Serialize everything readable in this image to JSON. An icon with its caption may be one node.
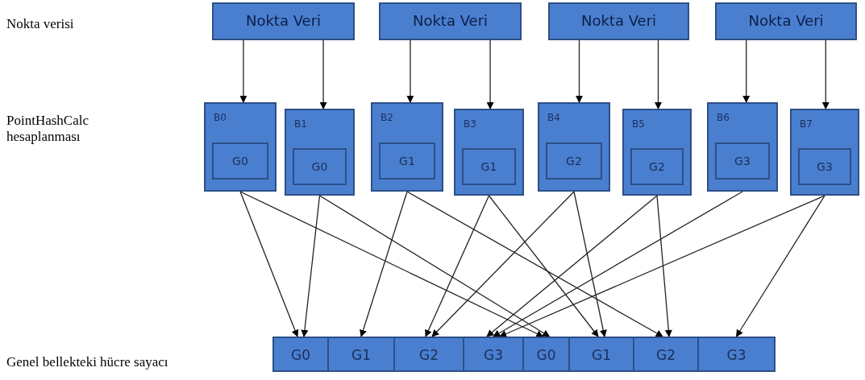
{
  "diagram": {
    "nodes": [
      {
        "text": [
          "Nokta Veri"
        ]
      },
      {
        "text": [
          "Nokta Veri"
        ]
      },
      {
        "text": [
          "Nokta Veri"
        ]
      },
      {
        "text": [
          "Nokta Veri"
        ]
      },
      {
        "text": [
          "B0"
        ]
      },
      {
        "text": [
          "B1"
        ]
      },
      {
        "text": [
          "B2"
        ]
      },
      {
        "text": [
          "B3"
        ]
      },
      {
        "text": [
          "B4"
        ]
      },
      {
        "text": [
          "B5"
        ]
      },
      {
        "text": [
          "B6"
        ]
      },
      {
        "text": [
          "B7"
        ]
      },
      {
        "text": [
          "G0"
        ],
        "in": 4
      },
      {
        "text": [
          "G0"
        ],
        "in": 5
      },
      {
        "text": [
          "G1"
        ],
        "in": 6
      },
      {
        "text": [
          "G1"
        ],
        "in": 7
      },
      {
        "text": [
          "G2"
        ],
        "in": 8
      },
      {
        "text": [
          "G2"
        ],
        "in": 9
      },
      {
        "text": [
          "G3"
        ],
        "in": 10
      },
      {
        "text": [
          "G3"
        ],
        "in": 11
      },
      {
        "text": [
          "G0"
        ]
      },
      {
        "text": [
          "G1"
        ]
      },
      {
        "text": [
          "G2"
        ]
      },
      {
        "text": [
          "G3"
        ]
      },
      {
        "text": [
          "G0"
        ]
      },
      {
        "text": [
          "G1"
        ]
      },
      {
        "text": [
          "G2"
        ]
      },
      {
        "text": [
          "G3"
        ]
      }
    ],
    "edges": [
      {
        "from": 0,
        "to": 4,
        "arrow": "to"
      },
      {
        "from": 0,
        "to": 5,
        "arrow": "to"
      },
      {
        "from": 1,
        "to": 6,
        "arrow": "to"
      },
      {
        "from": 1,
        "to": 7,
        "arrow": "to"
      },
      {
        "from": 2,
        "to": 8,
        "arrow": "to"
      },
      {
        "from": 2,
        "to": 9,
        "arrow": "to"
      },
      {
        "from": 3,
        "to": 10,
        "arrow": "to"
      },
      {
        "from": 3,
        "to": 11,
        "arrow": "to"
      },
      {
        "from": 4,
        "to": 20,
        "arrow": "to"
      },
      {
        "from": 4,
        "to": 24,
        "arrow": "to"
      },
      {
        "from": 5,
        "to": 20,
        "arrow": "to"
      },
      {
        "from": 5,
        "to": 24,
        "arrow": "to"
      },
      {
        "from": 6,
        "to": 21,
        "arrow": "to"
      },
      {
        "from": 6,
        "to": 26,
        "arrow": "to"
      },
      {
        "from": 7,
        "to": 22,
        "arrow": "to"
      },
      {
        "from": 7,
        "to": 25,
        "arrow": "to"
      },
      {
        "from": 8,
        "to": 22,
        "arrow": "to"
      },
      {
        "from": 8,
        "to": 25,
        "arrow": "to"
      },
      {
        "from": 9,
        "to": 23,
        "arrow": "to"
      },
      {
        "from": 9,
        "to": 26,
        "arrow": "to"
      },
      {
        "from": 10,
        "to": 23,
        "arrow": "to"
      },
      {
        "from": 11,
        "to": 23,
        "arrow": "to"
      },
      {
        "from": 11,
        "to": 27,
        "arrow": "to"
      }
    ],
    "labels": [
      "Nokta verisi",
      "PointHashCalc hesaplanması",
      "Genel bellekteki hücre sayacı"
    ]
  }
}
